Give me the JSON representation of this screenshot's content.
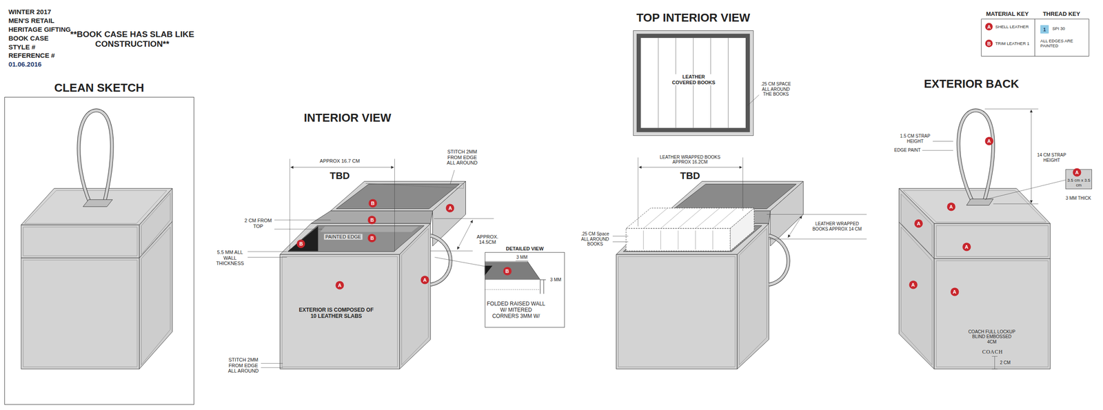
{
  "diagram": {
    "nodes": [
      {
        "text": [
          "CLEAN SKETCH"
        ]
      },
      {
        "text": [
          "DETAILED VIEW",
          "FOLDED RAISED WALL W/ MITERED CORNERS 3MM W/"
        ]
      },
      {
        "text": [
          "TOP INTERIOR VIEW",
          "LEATHER COVERED BOOKS"
        ]
      },
      {
        "text": [
          "3.5 cm x 3.5 cm"
        ]
      }
    ],
    "labels": [
      "WINTER 2017",
      "MEN'S RETAIL",
      "HERITAGE GIFTING",
      "BOOK CASE",
      "STYLE #",
      "REFERENCE #",
      "01.06.2016",
      "**BOOK CASE HAS SLAB LIKE CONSTRUCTION**",
      "INTERIOR VIEW",
      "APPROX 16.7 CM",
      "TBD",
      "STITCH 2MM FROM EDGE ALL AROUND",
      "2 CM FROM TOP",
      "PAINTED EDGE",
      "5.5 MM ALL WALL THICKNESS",
      "APPROX. 14.5CM",
      "EXTERIOR IS COMPOSED OF 10 LEATHER SLABS",
      "STITCH 2MM FROM EDGE ALL AROUND",
      "B",
      "B",
      "B",
      "A",
      "B",
      "A",
      "A",
      "B",
      "3 MM",
      "3 MM",
      ".25 CM SPACE ALL AROUND THE BOOKS",
      "LEATHER WRAPPED BOOKS APPROX 16.2CM",
      "TBD",
      ".25 CM Space ALL AROUND BOOKS",
      "LEATHER WRAPPED BOOKS APPROX 14 CM",
      "EXTERIOR BACK",
      "1.5 CM STRAP HEIGHT",
      "EDGE PAINT",
      "14 CM STRAP HEIGHT",
      "3 MM THICK",
      "COACH FULL LOCKUP BLIND EMBOSSED 4CM",
      "COACH",
      "2 CM",
      "A",
      "A",
      "A",
      "A",
      "A",
      "A",
      "A",
      "MATERIAL KEY",
      "THREAD KEY",
      "A",
      "B",
      "1",
      "ALL EDGES ARE PAINTED"
    ],
    "legend": [
      {
        "text": "SHELL LEATHER",
        "color": "#c8262d"
      },
      {
        "text": "TRIM LEATHER 1",
        "color": "#c8262d"
      },
      {
        "text": "SPI 30",
        "color": "#8ecae6"
      }
    ]
  }
}
